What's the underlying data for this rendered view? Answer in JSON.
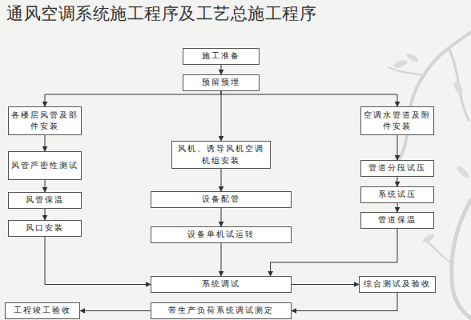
{
  "diagram": {
    "title": "通风空调系统施工程序及工艺总施工程序",
    "nodes": [
      {
        "text": [
          "施工准备"
        ]
      },
      {
        "text": [
          "预留预埋"
        ]
      },
      {
        "text": [
          "各楼层风管及部件安装"
        ]
      },
      {
        "text": [
          "空调水管道及附件安装"
        ]
      },
      {
        "text": [
          "风机、诱导风机空调机组安装"
        ]
      },
      {
        "text": [
          "风管严密性测试"
        ]
      },
      {
        "text": [
          "管道分段试压"
        ]
      },
      {
        "text": [
          "系统试压"
        ]
      },
      {
        "text": [
          "风管保温"
        ]
      },
      {
        "text": [
          "设备配管"
        ]
      },
      {
        "text": [
          "管道保温"
        ]
      },
      {
        "text": [
          "风口安装"
        ]
      },
      {
        "text": [
          "设备单机试运转"
        ]
      },
      {
        "text": [
          "系统调试"
        ]
      },
      {
        "text": [
          "综合测试及验收"
        ]
      },
      {
        "text": [
          "带生产负荷系统调试测定"
        ]
      },
      {
        "text": [
          "工程竣工验收"
        ]
      }
    ],
    "edges": [
      {
        "from": 0,
        "to": 1,
        "arrow": "to"
      },
      {
        "from": 1,
        "to": 2,
        "arrow": "to"
      },
      {
        "from": 1,
        "to": 4,
        "arrow": "to"
      },
      {
        "from": 1,
        "to": 3,
        "arrow": "to"
      },
      {
        "from": 2,
        "to": 5,
        "arrow": "to"
      },
      {
        "from": 5,
        "to": 8,
        "arrow": "to"
      },
      {
        "from": 8,
        "to": 11,
        "arrow": "to"
      },
      {
        "from": 4,
        "to": 9,
        "arrow": "to"
      },
      {
        "from": 9,
        "to": 12,
        "arrow": "to"
      },
      {
        "from": 3,
        "to": 6,
        "arrow": "to"
      },
      {
        "from": 6,
        "to": 7,
        "arrow": "to"
      },
      {
        "from": 7,
        "to": 10,
        "arrow": "to"
      },
      {
        "from": 11,
        "to": 13,
        "arrow": "to"
      },
      {
        "from": 12,
        "to": 13,
        "arrow": "to"
      },
      {
        "from": 10,
        "to": 13,
        "arrow": "to"
      },
      {
        "from": 13,
        "to": 14,
        "arrow": "to"
      },
      {
        "from": 14,
        "to": 15,
        "arrow": "to"
      },
      {
        "from": 15,
        "to": 16,
        "arrow": "to"
      }
    ]
  }
}
